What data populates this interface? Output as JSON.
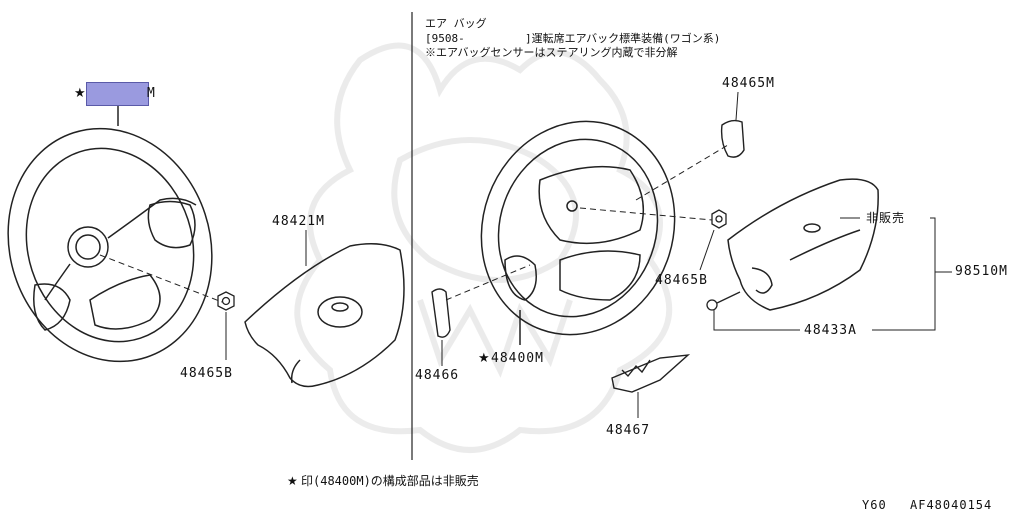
{
  "header": {
    "line1": "エア バッグ",
    "line2_bracket": "[9508-",
    "line2_rest": "]運転席エアバック標準装備(ワゴン系)",
    "line3": "※エアバッグセンサーはステアリング内蔵で非分解"
  },
  "parts": {
    "left_wheel_star": "★",
    "left_wheel_suffix": "M",
    "p48421M": "48421M",
    "p48465B_left": "48465B",
    "p48465M": "48465M",
    "hisanbai": "非販売",
    "p98510M": "98510M",
    "p48465B_right": "48465B",
    "p48433A": "48433A",
    "p48466": "48466",
    "p48400M_star": "★",
    "p48400M": "48400M",
    "p48467": "48467"
  },
  "footer": {
    "star": "★",
    "note": "印(48400M)の構成部品は非販売"
  },
  "code": {
    "model": "Y60",
    "figure": "AF48040154"
  },
  "colors": {
    "highlight": "#9a9adf",
    "line": "#222222"
  }
}
